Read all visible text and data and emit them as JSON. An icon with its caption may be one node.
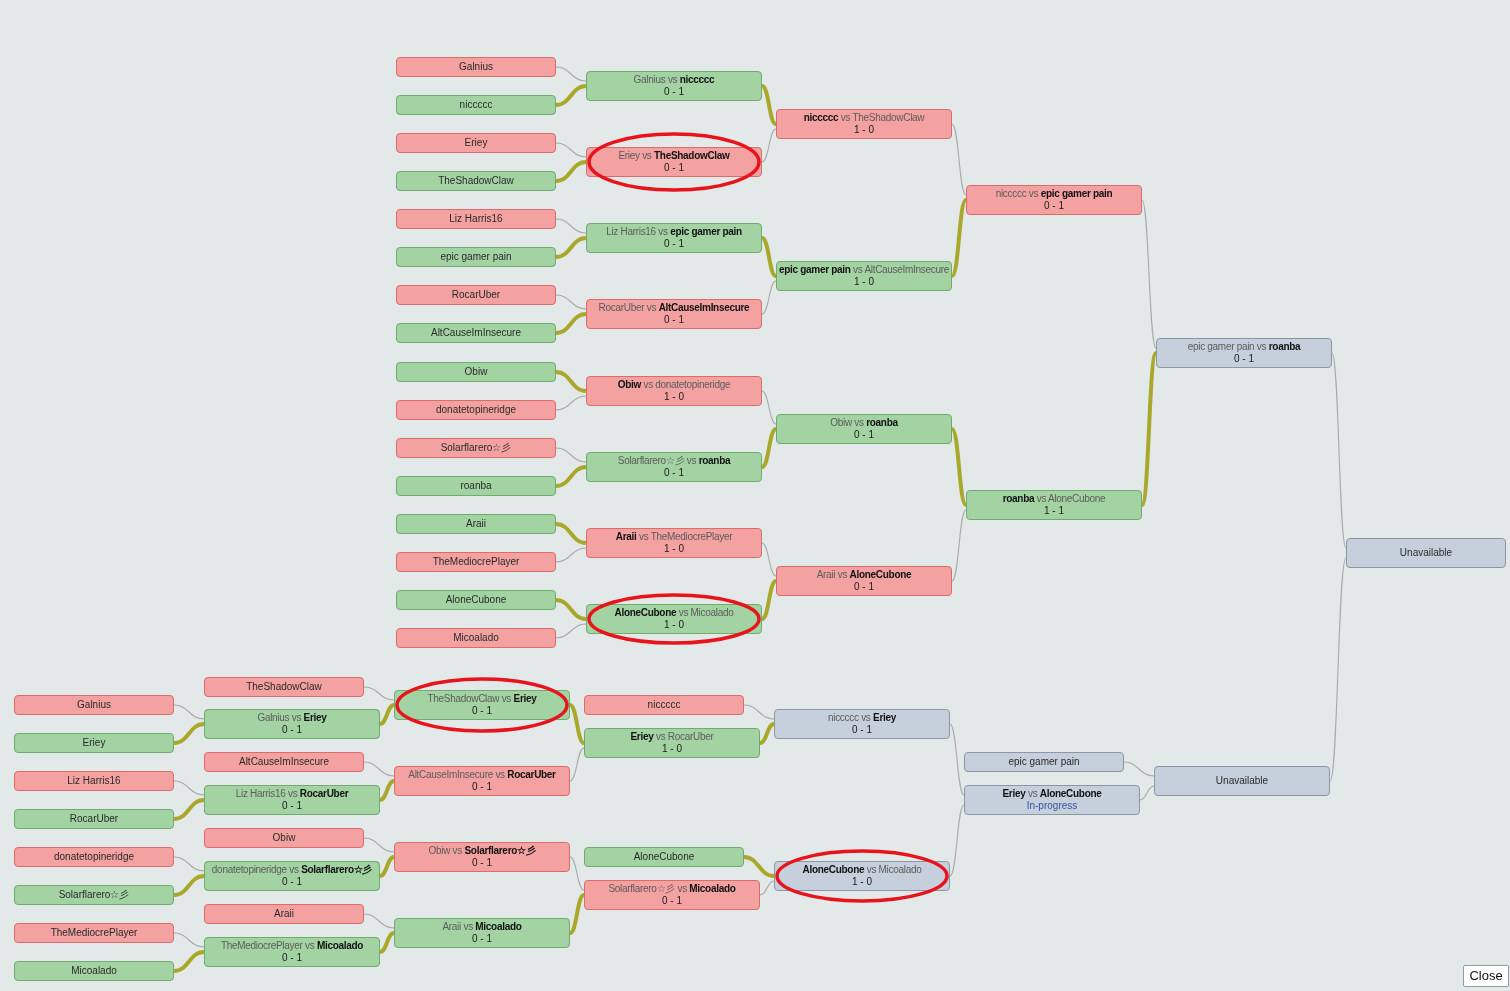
{
  "diagram": {
    "nodes": [
      {
        "text": [
          "Galnius"
        ]
      },
      {
        "text": [
          "niccccc"
        ]
      },
      {
        "text": [
          "Eriey"
        ]
      },
      {
        "text": [
          "TheShadowClaw"
        ]
      },
      {
        "text": [
          "Liz Harris16"
        ]
      },
      {
        "text": [
          "epic gamer pain"
        ]
      },
      {
        "text": [
          "RocarUber"
        ]
      },
      {
        "text": [
          "AltCauseImInsecure"
        ]
      },
      {
        "text": [
          "Obiw"
        ]
      },
      {
        "text": [
          "donatetopineridge"
        ]
      },
      {
        "text": [
          "Solarflarero☆彡"
        ]
      },
      {
        "text": [
          "roanba"
        ]
      },
      {
        "text": [
          "Araii"
        ]
      },
      {
        "text": [
          "TheMediocrePlayer"
        ]
      },
      {
        "text": [
          "AloneCubone"
        ]
      },
      {
        "text": [
          "Micoalado"
        ]
      },
      {
        "text": [
          "Galnius vs **niccccc**",
          "0 - 1"
        ]
      },
      {
        "text": [
          "Eriey vs **TheShadowClaw**",
          "0 - 1"
        ]
      },
      {
        "text": [
          "Liz Harris16 vs **epic gamer pain**",
          "0 - 1"
        ]
      },
      {
        "text": [
          "RocarUber vs **AltCauseImInsecure**",
          "0 - 1"
        ]
      },
      {
        "text": [
          "**Obiw** vs donatetopineridge",
          "1 - 0"
        ]
      },
      {
        "text": [
          "Solarflarero☆彡 vs **roanba**",
          "0 - 1"
        ]
      },
      {
        "text": [
          "**Araii** vs TheMediocrePlayer",
          "1 - 0"
        ]
      },
      {
        "text": [
          "**AloneCubone** vs Micoalado",
          "1 - 0"
        ]
      },
      {
        "text": [
          "**niccccc** vs TheShadowClaw",
          "1 - 0"
        ]
      },
      {
        "text": [
          "**epic gamer pain** vs AltCauseImInsecure",
          "1 - 0"
        ]
      },
      {
        "text": [
          "Obiw vs **roanba**",
          "0 - 1"
        ]
      },
      {
        "text": [
          "Araii vs **AloneCubone**",
          "0 - 1"
        ]
      },
      {
        "text": [
          "niccccc vs **epic gamer pain**",
          "0 - 1"
        ]
      },
      {
        "text": [
          "**roanba** vs AloneCubone",
          "1 - 1"
        ]
      },
      {
        "text": [
          "epic gamer pain vs **roanba**",
          "0 - 1"
        ]
      },
      {
        "text": [
          "Unavailable"
        ]
      },
      {
        "text": [
          "Galnius"
        ]
      },
      {
        "text": [
          "Eriey"
        ]
      },
      {
        "text": [
          "Liz Harris16"
        ]
      },
      {
        "text": [
          "RocarUber"
        ]
      },
      {
        "text": [
          "donatetopineridge"
        ]
      },
      {
        "text": [
          "Solarflarero☆彡"
        ]
      },
      {
        "text": [
          "TheMediocrePlayer"
        ]
      },
      {
        "text": [
          "Micoalado"
        ]
      },
      {
        "text": [
          "TheShadowClaw"
        ]
      },
      {
        "text": [
          "Galnius vs **Eriey**",
          "0 - 1"
        ]
      },
      {
        "text": [
          "AltCauseImInsecure"
        ]
      },
      {
        "text": [
          "Liz Harris16 vs **RocarUber**",
          "0 - 1"
        ]
      },
      {
        "text": [
          "Obiw"
        ]
      },
      {
        "text": [
          "donatetopineridge vs **Solarflarero☆彡**",
          "0 - 1"
        ]
      },
      {
        "text": [
          "Araii"
        ]
      },
      {
        "text": [
          "TheMediocrePlayer vs **Micoalado**",
          "0 - 1"
        ]
      },
      {
        "text": [
          "TheShadowClaw vs **Eriey**",
          "0 - 1"
        ]
      },
      {
        "text": [
          "AltCauseImInsecure vs **RocarUber**",
          "0 - 1"
        ]
      },
      {
        "text": [
          "Obiw vs **Solarflarero☆彡**",
          "0 - 1"
        ]
      },
      {
        "text": [
          "Araii vs **Micoalado**",
          "0 - 1"
        ]
      },
      {
        "text": [
          "niccccc"
        ]
      },
      {
        "text": [
          "**Eriey** vs RocarUber",
          "1 - 0"
        ]
      },
      {
        "text": [
          "AloneCubone"
        ]
      },
      {
        "text": [
          "Solarflarero☆彡 vs **Micoalado**",
          "0 - 1"
        ]
      },
      {
        "text": [
          "niccccc vs **Eriey**",
          "0 - 1"
        ]
      },
      {
        "text": [
          "**AloneCubone** vs Micoalado",
          "1 - 0"
        ]
      },
      {
        "text": [
          "epic gamer pain"
        ]
      },
      {
        "text": [
          "**Eriey** vs **AloneCubone**",
          "In-progress"
        ]
      },
      {
        "text": [
          "Unavailable"
        ]
      }
    ],
    "edges": [
      {
        "from": 0,
        "to": 16,
        "arrow": "none"
      },
      {
        "from": 1,
        "to": 16,
        "arrow": "none",
        "style": "thick",
        "color": "#a9a82b"
      },
      {
        "from": 2,
        "to": 17,
        "arrow": "none"
      },
      {
        "from": 3,
        "to": 17,
        "arrow": "none",
        "style": "thick",
        "color": "#a9a82b"
      },
      {
        "from": 4,
        "to": 18,
        "arrow": "none"
      },
      {
        "from": 5,
        "to": 18,
        "arrow": "none",
        "style": "thick",
        "color": "#a9a82b"
      },
      {
        "from": 6,
        "to": 19,
        "arrow": "none"
      },
      {
        "from": 7,
        "to": 19,
        "arrow": "none",
        "style": "thick",
        "color": "#a9a82b"
      },
      {
        "from": 8,
        "to": 20,
        "arrow": "none",
        "style": "thick",
        "color": "#a9a82b"
      },
      {
        "from": 9,
        "to": 20,
        "arrow": "none"
      },
      {
        "from": 10,
        "to": 21,
        "arrow": "none"
      },
      {
        "from": 11,
        "to": 21,
        "arrow": "none",
        "style": "thick",
        "color": "#a9a82b"
      },
      {
        "from": 12,
        "to": 22,
        "arrow": "none",
        "style": "thick",
        "color": "#a9a82b"
      },
      {
        "from": 13,
        "to": 22,
        "arrow": "none"
      },
      {
        "from": 14,
        "to": 23,
        "arrow": "none",
        "style": "thick",
        "color": "#a9a82b"
      },
      {
        "from": 15,
        "to": 23,
        "arrow": "none"
      },
      {
        "from": 16,
        "to": 24,
        "arrow": "none",
        "style": "thick",
        "color": "#a9a82b"
      },
      {
        "from": 17,
        "to": 24,
        "arrow": "none"
      },
      {
        "from": 18,
        "to": 25,
        "arrow": "none",
        "style": "thick",
        "color": "#a9a82b"
      },
      {
        "from": 19,
        "to": 25,
        "arrow": "none"
      },
      {
        "from": 20,
        "to": 26,
        "arrow": "none"
      },
      {
        "from": 21,
        "to": 26,
        "arrow": "none",
        "style": "thick",
        "color": "#a9a82b"
      },
      {
        "from": 22,
        "to": 27,
        "arrow": "none"
      },
      {
        "from": 23,
        "to": 27,
        "arrow": "none",
        "style": "thick",
        "color": "#a9a82b"
      },
      {
        "from": 24,
        "to": 28,
        "arrow": "none"
      },
      {
        "from": 25,
        "to": 28,
        "arrow": "none",
        "style": "thick",
        "color": "#a9a82b"
      },
      {
        "from": 26,
        "to": 29,
        "arrow": "none",
        "style": "thick",
        "color": "#a9a82b"
      },
      {
        "from": 27,
        "to": 29,
        "arrow": "none"
      },
      {
        "from": 28,
        "to": 30,
        "arrow": "none"
      },
      {
        "from": 29,
        "to": 30,
        "arrow": "none",
        "style": "thick",
        "color": "#a9a82b"
      },
      {
        "from": 30,
        "to": 31,
        "arrow": "none"
      },
      {
        "from": 32,
        "to": 41,
        "arrow": "none"
      },
      {
        "from": 33,
        "to": 41,
        "arrow": "none",
        "style": "thick",
        "color": "#a9a82b"
      },
      {
        "from": 34,
        "to": 43,
        "arrow": "none"
      },
      {
        "from": 35,
        "to": 43,
        "arrow": "none",
        "style": "thick",
        "color": "#a9a82b"
      },
      {
        "from": 36,
        "to": 45,
        "arrow": "none"
      },
      {
        "from": 37,
        "to": 45,
        "arrow": "none",
        "style": "thick",
        "color": "#a9a82b"
      },
      {
        "from": 38,
        "to": 47,
        "arrow": "none"
      },
      {
        "from": 39,
        "to": 47,
        "arrow": "none",
        "style": "thick",
        "color": "#a9a82b"
      },
      {
        "from": 40,
        "to": 48,
        "arrow": "none"
      },
      {
        "from": 41,
        "to": 48,
        "arrow": "none",
        "style": "thick",
        "color": "#a9a82b"
      },
      {
        "from": 42,
        "to": 49,
        "arrow": "none"
      },
      {
        "from": 43,
        "to": 49,
        "arrow": "none",
        "style": "thick",
        "color": "#a9a82b"
      },
      {
        "from": 44,
        "to": 50,
        "arrow": "none"
      },
      {
        "from": 45,
        "to": 50,
        "arrow": "none",
        "style": "thick",
        "color": "#a9a82b"
      },
      {
        "from": 46,
        "to": 51,
        "arrow": "none"
      },
      {
        "from": 47,
        "to": 51,
        "arrow": "none",
        "style": "thick",
        "color": "#a9a82b"
      },
      {
        "from": 48,
        "to": 53,
        "arrow": "none",
        "style": "thick",
        "color": "#a9a82b"
      },
      {
        "from": 49,
        "to": 53,
        "arrow": "none"
      },
      {
        "from": 50,
        "to": 55,
        "arrow": "none"
      },
      {
        "from": 51,
        "to": 55,
        "arrow": "none",
        "style": "thick",
        "color": "#a9a82b"
      },
      {
        "from": 52,
        "to": 56,
        "arrow": "none"
      },
      {
        "from": 53,
        "to": 56,
        "arrow": "none",
        "style": "thick",
        "color": "#a9a82b"
      },
      {
        "from": 54,
        "to": 57,
        "arrow": "none",
        "style": "thick",
        "color": "#a9a82b"
      },
      {
        "from": 55,
        "to": 57,
        "arrow": "none"
      },
      {
        "from": 56,
        "to": 59,
        "arrow": "none"
      },
      {
        "from": 57,
        "to": 59,
        "arrow": "none"
      },
      {
        "from": 58,
        "to": 60,
        "arrow": "none"
      },
      {
        "from": 59,
        "to": 60,
        "arrow": "none"
      },
      {
        "from": 60,
        "to": 31,
        "arrow": "none"
      }
    ],
    "labels": [
      "Close"
    ]
  }
}
